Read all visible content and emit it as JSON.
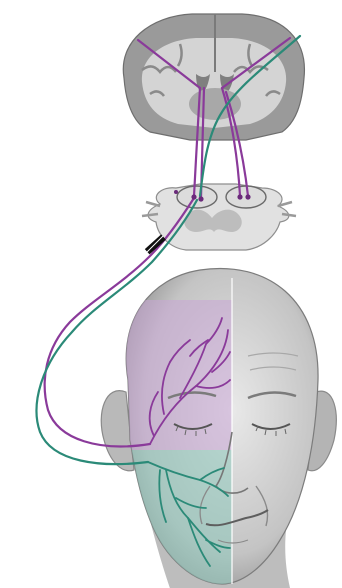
{
  "figure": {
    "colors": {
      "upper_face_pathway": "#8a3a9a",
      "lower_face_pathway": "#2b8a78",
      "upper_face_shading": "#c9a6d6",
      "lower_face_shading": "#8ec9bb",
      "brain_gray": "#9a9a9a",
      "brain_stem_gray": "#c9c9c9",
      "skin_gray": "#cfcfcf",
      "lesion_mark": "#111111",
      "background": "#ffffff"
    },
    "icons": [
      "brain-coronal-section",
      "brainstem-cross-section",
      "face",
      "nerve-lesion-mark"
    ]
  }
}
